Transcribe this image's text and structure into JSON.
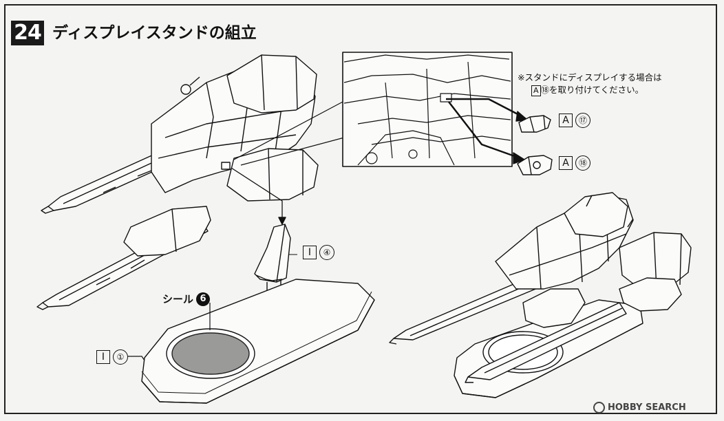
{
  "step": {
    "number": "24",
    "title": "ディスプレイスタンドの組立"
  },
  "note": {
    "line1": "※スタンドにディスプレイする場合は",
    "line2_box": "A",
    "line2_num": "⑱",
    "line2_text": "を取り付けてください。"
  },
  "parts": [
    {
      "letter": "A",
      "num": "⑰"
    },
    {
      "letter": "A",
      "num": "⑱"
    },
    {
      "letter": "I",
      "num": "④"
    },
    {
      "letter": "I",
      "num": "①"
    }
  ],
  "seal": {
    "label": "シール",
    "num": "6"
  },
  "watermark": "HOBBY SEARCH"
}
